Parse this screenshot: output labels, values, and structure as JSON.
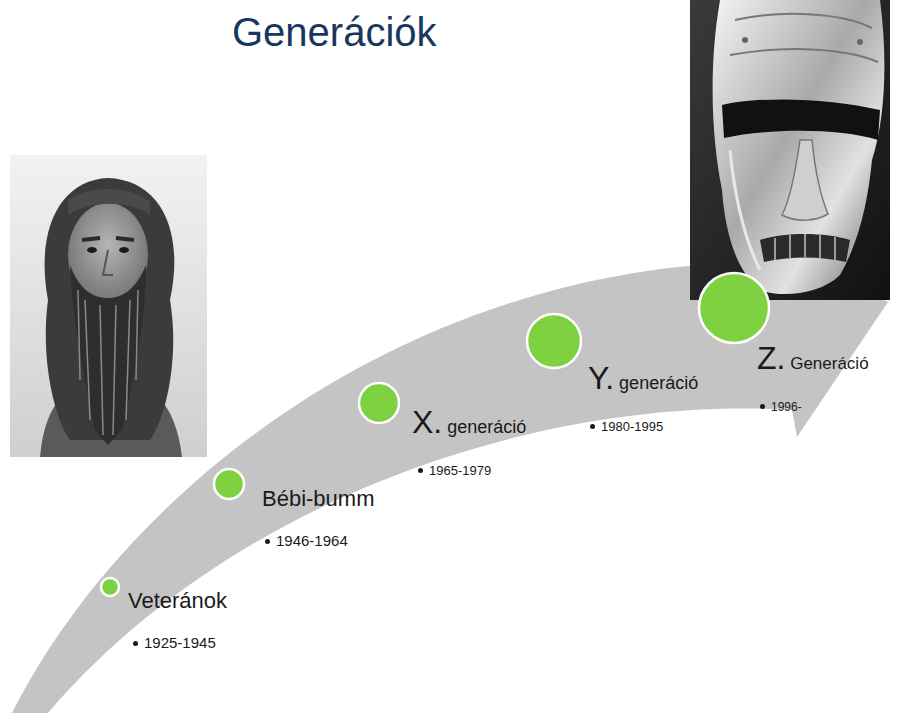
{
  "diagram": {
    "title": "Generációk",
    "nodes": [
      {
        "text": [
          "Veteránok",
          "1925-1945"
        ]
      },
      {
        "text": [
          "Bébi-bumm",
          "1946-1964"
        ]
      },
      {
        "text": [
          "X. generáció",
          "1965-1979"
        ]
      },
      {
        "text": [
          "Y. generáció",
          "1980-1995"
        ]
      },
      {
        "text": [
          "Z. Generáció",
          "1996-"
        ]
      }
    ]
  }
}
